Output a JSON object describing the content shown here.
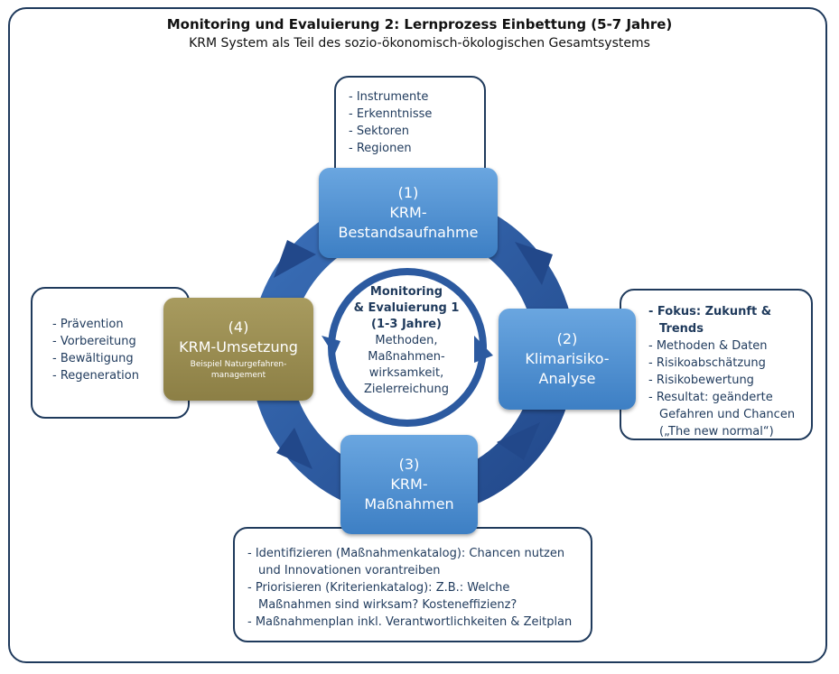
{
  "title": "Monitoring und Evaluierung 2: Lernprozess Einbettung (5-7 Jahre)",
  "subtitle": "KRM System als Teil des sozio-ökonomisch-ökologischen Gesamtsystems",
  "steps": [
    {
      "number": "(1)",
      "line1": "KRM-",
      "line2": "Bestandsaufnahme"
    },
    {
      "number": "(2)",
      "line1": "Klimarisiko-",
      "line2": "Analyse"
    },
    {
      "number": "(3)",
      "line1": "KRM-",
      "line2": "Maßnahmen"
    },
    {
      "number": "(4)",
      "line1": "KRM-Umsetzung",
      "note1": "Beispiel Naturgefahren-",
      "note2": "management"
    }
  ],
  "center": {
    "line1": "Monitoring",
    "line2": "& Evaluierung 1",
    "line3": "(1-3 Jahre)",
    "line4": "Methoden,",
    "line5": "Maßnahmen-",
    "line6": "wirksamkeit,",
    "line7": "Zielerreichung"
  },
  "notes": {
    "top": [
      "Instrumente",
      "Erkenntnisse",
      "Sektoren",
      "Regionen"
    ],
    "right": [
      "Fokus: Zukunft & Trends",
      "Methoden & Daten",
      "Risikoabschätzung",
      "Risikobewertung",
      "Resultat: geänderte Gefahren und Chancen („The new normal“)"
    ],
    "bottom": [
      "Identifizieren (Maßnahmenkatalog): Chancen nutzen und Innovationen vorantreiben",
      "Priorisieren (Kriterienkatalog): Z.B.: Welche Maßnahmen sind wirksam? Kosteneffizienz?",
      "Maßnahmenplan inkl. Verantwortlichkeiten & Zeitplan"
    ],
    "left": [
      "Prävention",
      "Vorbereitung",
      "Bewältigung",
      "Regeneration"
    ]
  },
  "colors": {
    "ring": "#2c5aa0",
    "border": "#1f3a5c",
    "step_blue": "#4a8bd0",
    "step_olive": "#998c52"
  }
}
